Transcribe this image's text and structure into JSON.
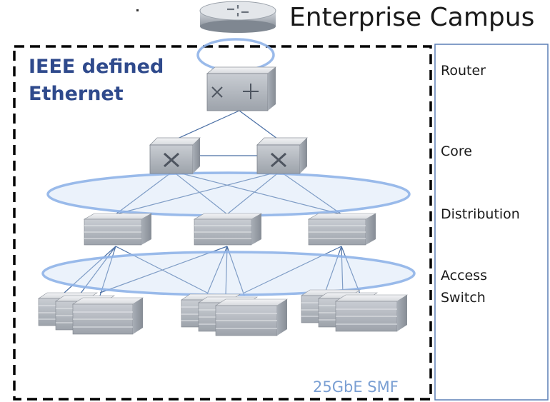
{
  "title": "Enterprise Campus",
  "boundary": {
    "line1": "IEEE defined",
    "line2": "Ethernet",
    "footnote": "25GbE SMF"
  },
  "layers": {
    "router": "Router",
    "core": "Core",
    "distribution": "Distribution",
    "access_line1": "Access",
    "access_line2": "Switch"
  },
  "colors": {
    "ring": "#8fb3e8",
    "link": "#4a6fa5",
    "device": "#c8ccd2",
    "boundary": "#000000",
    "panel_border": "#5b7fb6",
    "ieee_text": "#2f4a8c"
  }
}
